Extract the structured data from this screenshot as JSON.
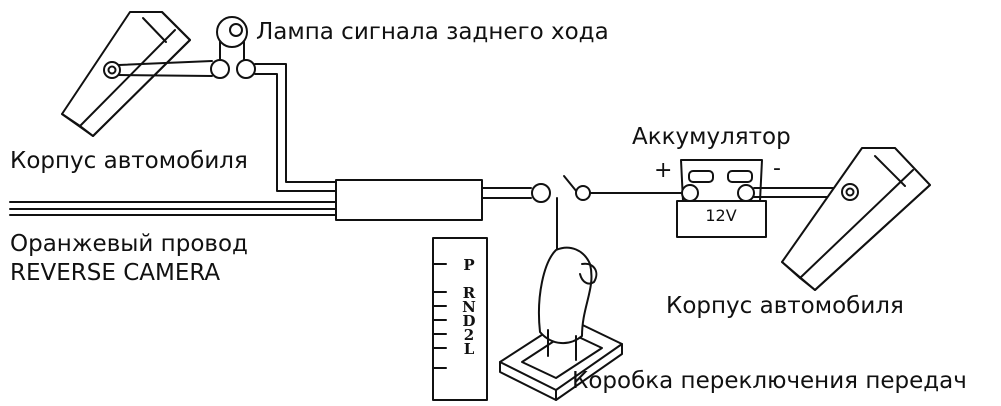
{
  "labels": {
    "reverse_lamp": "Лампа сигнала заднего хода",
    "car_body_left": "Корпус автомобиля",
    "orange_wire": "Оранжевый провод",
    "reverse_camera": "REVERSE CAMERA",
    "battery": "Аккумулятор",
    "car_body_right": "Корпус автомобиля",
    "gearbox": "Коробка переключения передач"
  },
  "battery": {
    "plus": "+",
    "minus": "-",
    "voltage": "12V"
  },
  "gear_positions": [
    "P",
    "R",
    "N",
    "D",
    "2",
    "L"
  ],
  "colors": {
    "line": "#111111",
    "background": "#ffffff"
  }
}
